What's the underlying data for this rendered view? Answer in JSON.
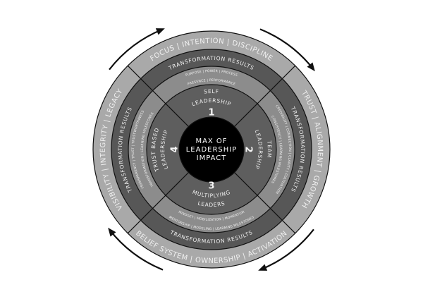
{
  "center": {
    "lines": [
      "MAX OF",
      "LEADERSHIP",
      "IMPACT"
    ]
  },
  "outer_ring": {
    "top": "FOCUS | INTENTION | DISCIPLINE",
    "right": "TRUST | ALIGNMENT | GROWTH",
    "bottom": "BELIEF SYSTEM | OWNERSHIP | ACTIVATION",
    "left": "VISIBILITY | INTEGRITY | LEGACY"
  },
  "results_ring": {
    "top": "TRANSFORMATION RESULTS",
    "right": "TRANSFORMATION RESULTS",
    "bottom": "TRANSFORMATION RESULTS",
    "left": "TRANSFORMATION RESULTS"
  },
  "values_ring": {
    "top": [
      "PURPOSE | POWER | PROCESS",
      "PRESENCE | PERFORMANCE"
    ],
    "right": [
      "CREDIBILITY | CONNECTION | CLARITY | CULTIVATION",
      "CONSISTENCY | LEARNING MILESTONES"
    ],
    "bottom": [
      "MINDSET | MOBILIZATION | MOMENTUM",
      "MENTORSHIP | MODELING | LEARNING MILESTONES"
    ],
    "left": [
      "TRANSPARENCY | TRUST | TRUSTWORTHINESS",
      "TRANSFORMATION | LEARNING MILESTONES"
    ]
  },
  "quadrants": [
    {
      "number": "1",
      "lines": [
        "SELF",
        "LEADERSHIP"
      ]
    },
    {
      "number": "2",
      "lines": [
        "TEAM",
        "LEADERSHIP"
      ]
    },
    {
      "number": "3",
      "lines": [
        "MULTIPLYING",
        "LEADERS"
      ]
    },
    {
      "number": "4",
      "lines": [
        "TRUST BASED",
        "LEADERSHIP"
      ]
    }
  ],
  "colors": {
    "outer": "#a9a9a9",
    "results": "#575757",
    "values": "#8c8c8c",
    "core": "#5e5e5e",
    "center": "#000000"
  }
}
